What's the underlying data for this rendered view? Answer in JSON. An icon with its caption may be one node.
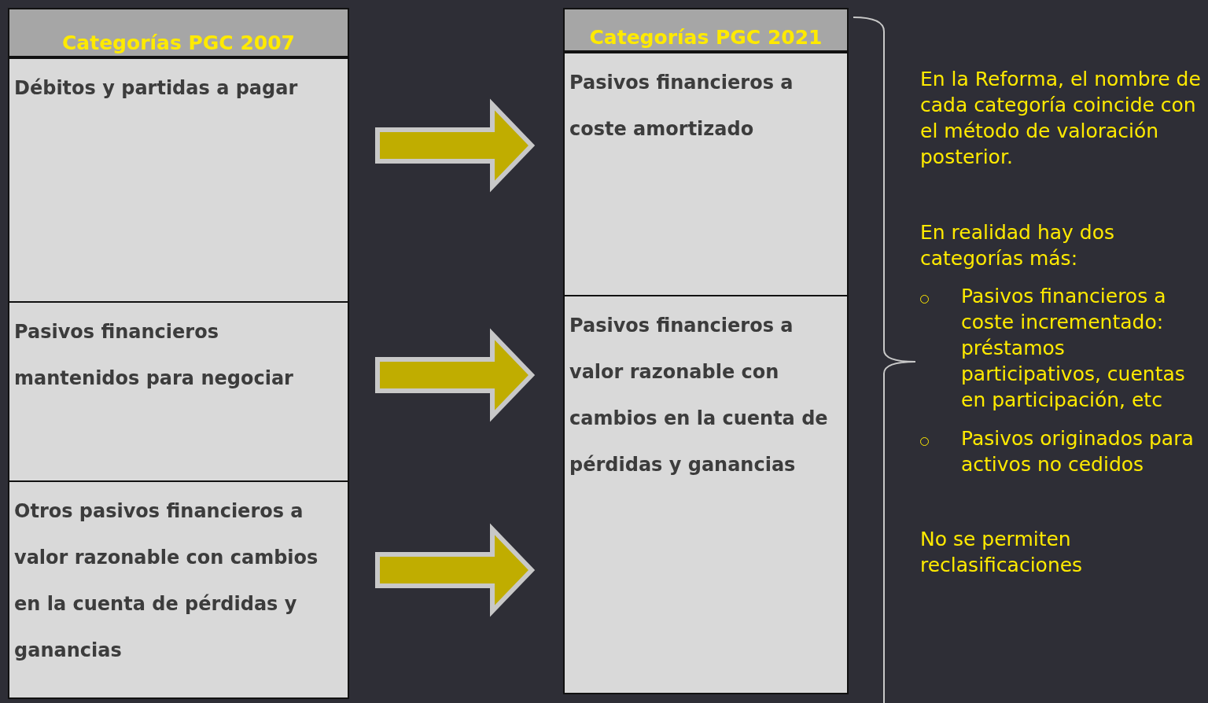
{
  "diagram": {
    "nodes": [
      {
        "text": [
          "Categorías PGC 2007"
        ]
      },
      {
        "text": [
          "Débitos y partidas a pagar"
        ],
        "in": 0
      },
      {
        "text": [
          "Pasivos financieros mantenidos para negociar"
        ],
        "in": 0
      },
      {
        "text": [
          "Otros pasivos financieros a valor razonable con cambios en la cuenta de pérdidas y ganancias"
        ],
        "in": 0
      },
      {
        "text": [
          "Categorías PGC 2021"
        ]
      },
      {
        "text": [
          "Pasivos financieros a coste amortizado"
        ],
        "in": 4
      },
      {
        "text": [
          "Pasivos financieros a valor razonable con cambios en la cuenta de pérdidas y ganancias"
        ],
        "in": 4
      }
    ],
    "edges": [
      {
        "from": 1,
        "to": 5,
        "arrow": "to",
        "style": "thick"
      },
      {
        "from": 2,
        "to": 6,
        "arrow": "to",
        "style": "thick"
      },
      {
        "from": 3,
        "to": 6,
        "arrow": "to",
        "style": "thick"
      }
    ],
    "labels": [
      "En la Reforma, el nombre de cada categoría coincide con el método de valoración posterior.",
      "En realidad hay dos categorías más:",
      "Pasivos financieros a coste incrementado: préstamos participativos, cuentas en participación, etc",
      "Pasivos originados para activos no cedidos",
      "No se permiten reclasificaciones"
    ]
  }
}
